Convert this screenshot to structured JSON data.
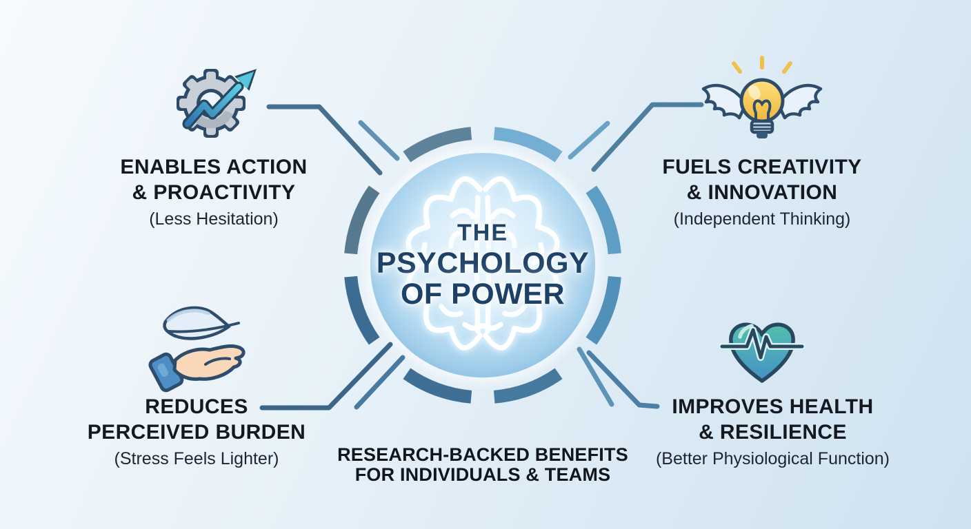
{
  "title": {
    "line1": "THE",
    "line2": "PSYCHOLOGY",
    "line3": "OF POWER"
  },
  "center_icon": "glowing-brain-icon",
  "footer": {
    "line1": "RESEARCH-BACKED BENEFITS",
    "line2": "FOR INDIVIDUALS & TEAMS"
  },
  "quadrants": [
    {
      "position": "top-left",
      "icon": "gear-growth-arrow-icon",
      "heading_line1": "ENABLES ACTION",
      "heading_line2": "& PROACTIVITY",
      "subtext": "(Less Hesitation)"
    },
    {
      "position": "top-right",
      "icon": "winged-lightbulb-icon",
      "heading_line1": "FUELS CREATIVITY",
      "heading_line2": "& INNOVATION",
      "subtext": "(Independent Thinking)"
    },
    {
      "position": "bottom-left",
      "icon": "hand-feather-icon",
      "heading_line1": "REDUCES",
      "heading_line2": "PERCEIVED BURDEN",
      "subtext": "(Stress Feels Lighter)"
    },
    {
      "position": "bottom-right",
      "icon": "heart-pulse-icon",
      "heading_line1": "IMPROVES HEALTH",
      "heading_line2": "& RESILIENCE",
      "subtext": "(Better Physiological Function)"
    }
  ],
  "colors": {
    "background_light": "#f5fafd",
    "background_deep": "#cfe2f0",
    "title_navy": "#1d4066",
    "label_text": "#14191f",
    "ring_blue_light": "#74aed2",
    "ring_blue_dark": "#3d6c92",
    "ring_slate": "#56798f",
    "circle_fill_center": "#f4fbff",
    "circle_fill_edge": "#7eb6dc",
    "connector_blue": "#47708e",
    "brain_stroke": "#ffffff",
    "gear_gray": "#c9cfd8",
    "arrow_blue": "#4fb9d6",
    "bulb_yellow": "#f6c94f",
    "wing_white": "#e9f2fa",
    "hand_peach": "#f8d8b8",
    "cuff_blue": "#4d8fc4",
    "feather_blue": "#e3eef8",
    "heart_teal": "#52bcae",
    "heart_blue": "#4793c5",
    "outline_navy": "#2e4d6b"
  }
}
